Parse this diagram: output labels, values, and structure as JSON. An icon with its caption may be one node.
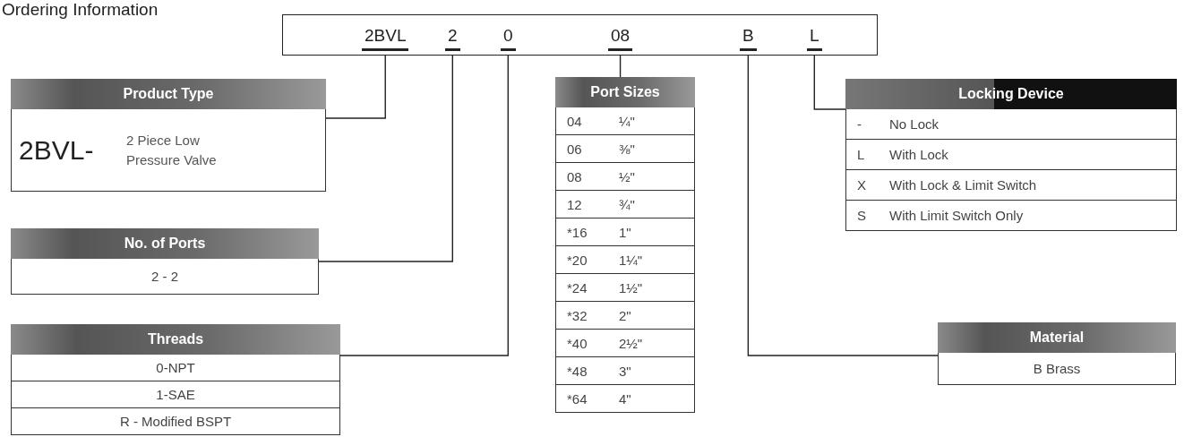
{
  "diagram": {
    "title": "Ordering Information",
    "nodes": [
      {
        "text": [],
        "shape": "box"
      },
      {
        "text": [
          "2BVL"
        ],
        "in": 0
      },
      {
        "text": [
          "2"
        ],
        "in": 0
      },
      {
        "text": [
          "0"
        ],
        "in": 0
      },
      {
        "text": [
          "08"
        ],
        "in": 0
      },
      {
        "text": [
          "B"
        ],
        "in": 0
      },
      {
        "text": [
          "L"
        ],
        "in": 0
      },
      {
        "text": [
          "Product Type",
          "2BVL-",
          "2 Piece Low Pressure Valve"
        ]
      },
      {
        "text": [
          "No. of Ports",
          "2 - 2"
        ]
      },
      {
        "text": [
          "Threads",
          "0-NPT",
          "1-SAE",
          "R - Modified BSPT"
        ]
      },
      {
        "text": [
          "Port Sizes",
          "04",
          "¼\"",
          "06",
          "⅜\"",
          "08",
          "½\"",
          "12",
          "¾\"",
          "*16",
          "1\"",
          "*20",
          "1¼\"",
          "*24",
          "1½\"",
          "*32",
          "2\"",
          "*40",
          "2½\"",
          "*48",
          "3\"",
          "*64",
          "4\""
        ]
      },
      {
        "text": [
          "Locking Device",
          "-",
          "No Lock",
          "L",
          "With Lock",
          "X",
          "With Lock & Limit Switch",
          "S",
          "With Limit Switch Only"
        ]
      },
      {
        "text": [
          "Material",
          "B Brass"
        ]
      }
    ],
    "edges": [
      {
        "from": 1,
        "to": 7,
        "arrow": "none"
      },
      {
        "from": 2,
        "to": 8,
        "arrow": "none"
      },
      {
        "from": 3,
        "to": 9,
        "arrow": "none"
      },
      {
        "from": 4,
        "to": 10,
        "arrow": "none"
      },
      {
        "from": 6,
        "to": 11,
        "arrow": "none"
      },
      {
        "from": 5,
        "to": 12,
        "arrow": "none"
      }
    ]
  }
}
